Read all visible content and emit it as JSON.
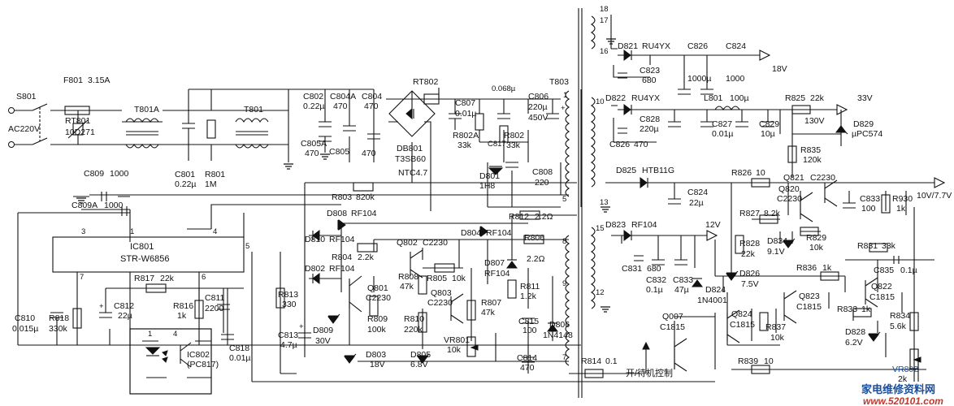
{
  "labels": {
    "s801": "S801",
    "ac": "AC220V",
    "f801": "F801",
    "f801v": "3.15A",
    "rt801": "RT801",
    "rt801v": "10D271",
    "t801a": "T801A",
    "t801": "T801",
    "c801": "C801",
    "c801v": "0.22µ",
    "r801": "R801",
    "r801v": "1M",
    "c802": "C802",
    "c802v": "0.22µ",
    "c804a": "C804A",
    "c804av": "470",
    "c804": "C804",
    "c804v": "470",
    "c805a": "C805A",
    "c805av": "470",
    "c805": "C805",
    "c805v": "470",
    "rt802": "RT802",
    "db801": "DB801",
    "db801v": "T3SB60",
    "ntc": "NTC4.7",
    "c807": "C807",
    "c807v": "0.01µ",
    "c817v": "0.068µ",
    "c817": "C817",
    "r802a": "R802A",
    "r802av": "33k",
    "r802": "R802",
    "r802v": "33k",
    "c806": "C806",
    "c806v": "220µ",
    "c806w": "450V",
    "t803": "T803",
    "d801": "D801",
    "d801v": "1H8",
    "c808": "C808",
    "c808v": "220",
    "c809": "C809",
    "c809v": "1000",
    "c809a": "C809A",
    "c809av": "1000",
    "r803": "R803",
    "r803v": "820k",
    "ic801": "IC801",
    "ic801v": "STR-W6856",
    "p1": "1",
    "p3": "3",
    "p4": "4",
    "p5": "5",
    "p6": "6",
    "p7": "7",
    "d808": "D808",
    "d808v": "RF104",
    "d810": "D810",
    "d810v": "RF104",
    "d802": "D802",
    "d802v": "RF104",
    "r804": "R804",
    "r804v": "2.2k",
    "q802": "Q802",
    "q802v": "C2230",
    "d804": "D804",
    "d804v": "RF104",
    "r812": "R812",
    "r812v": "2.2Ω",
    "r806": "R806",
    "r806v": "2.2Ω",
    "d807": "D807",
    "d807v": "RF104",
    "r808": "R808",
    "r808v": "47k",
    "r805": "R805",
    "r805v": "10k",
    "q801": "Q801",
    "q801v": "C2230",
    "q803": "Q803",
    "q803v": "C2230",
    "r811": "R811",
    "r811v": "1.2k",
    "r807": "R807",
    "r807v": "47k",
    "r813": "R813",
    "r813v": "330",
    "r817": "R817",
    "r817v": "22k",
    "c811": "C811",
    "c811v": "2200",
    "r816": "R816",
    "r816v": "1k",
    "c812": "C812",
    "c812v": "22µ",
    "c810": "C810",
    "c810v": "0.015µ",
    "r818": "R818",
    "r818v": "330k",
    "c813": "C813",
    "c813v": "4.7µ",
    "d809": "D809",
    "d809v": "30V",
    "r809": "R809",
    "r809v": "100k",
    "r810": "R810",
    "r810v": "220k",
    "c815": "C815",
    "c815v": "100",
    "d806": "D806",
    "d806v": "1N4148",
    "vr801": "VR801",
    "vr801v": "10k",
    "d803": "D803",
    "d803v": "18V",
    "d805": "D805",
    "d805v": "6.8V",
    "c814": "C814",
    "c814v": "470",
    "ic802": "IC802",
    "ic802v": "(PC817)",
    "c818": "C818",
    "c818v": "0.01µ",
    "r814": "R814",
    "r814v": "0.1",
    "n18": "18",
    "n17": "17",
    "n16": "16",
    "n10": "10",
    "n13": "13",
    "n15": "15",
    "n12": "12",
    "n8": "8",
    "n9": "9",
    "n7": "7",
    "n5": "5",
    "n1": "1",
    "d821": "D821",
    "d821v": "RU4YX",
    "c826": "C826",
    "c826v": "1000µ",
    "c824": "C824",
    "c824v": "1000",
    "c823": "C823",
    "c823v": "680",
    "out18": "18V",
    "d822": "D822",
    "d822v": "RU4YX",
    "l801": "L801",
    "l801v": "100µ",
    "r825": "R825",
    "r825v": "22k",
    "out33": "33V",
    "c828": "C828",
    "c828v": "220µ",
    "c826b": "C826",
    "c826bv": "470",
    "c827": "C827",
    "c827v": "0.01µ",
    "c829": "C829",
    "c829v": "10µ",
    "v130": "130V",
    "d829": "D829",
    "d829v": "µPC574",
    "r835": "R835",
    "r835v": "120k",
    "d825": "D825",
    "d825v": "HTB11G",
    "r826": "R826",
    "r826v": "10",
    "q821": "Q821",
    "q821v": "C2230",
    "q820": "Q820",
    "q820v": "C2230",
    "c824b": "C824",
    "c824bv": "22µ",
    "c833": "C833",
    "c833v": "100",
    "r930": "R930",
    "r930v": "1k",
    "out10": "10V/7.7V",
    "d823": "D823",
    "d823v": "RF104",
    "out12": "12V",
    "r827": "R827",
    "r827v": "8.2k",
    "r829": "R829",
    "r829v": "10k",
    "d834": "D834",
    "d834v": "9.1V",
    "r828": "R828",
    "r828v": "22k",
    "r831": "R831",
    "r831v": "33k",
    "c831": "C831",
    "c831v": "680",
    "c832": "C832",
    "c832v": "0.1µ",
    "c833b": "C833",
    "c833bv": "47µ",
    "d826": "D826",
    "d826v": "7.5V",
    "r836": "R836",
    "r836v": "1k",
    "c835": "C835",
    "c835v": "0.1µ",
    "d824": "D824",
    "d824v": "1N4001",
    "q823": "Q823",
    "q823v": "C1815",
    "q822": "Q822",
    "q822v": "C1815",
    "r833": "R833",
    "r833v": "1k",
    "r834": "R834",
    "r834v": "5.6k",
    "q824": "Q824",
    "q824v": "C1815",
    "r837": "R837",
    "r837v": "10k",
    "d828": "D828",
    "d828v": "6.2V",
    "q007": "Q007",
    "q007v": "C1815",
    "standby": "开/待机控制",
    "r839": "R839",
    "r839v": "10",
    "vr802": "VR802",
    "vr802v": "2k",
    "wm1": "家电维修资料网",
    "wm2": "www.520101.com"
  }
}
